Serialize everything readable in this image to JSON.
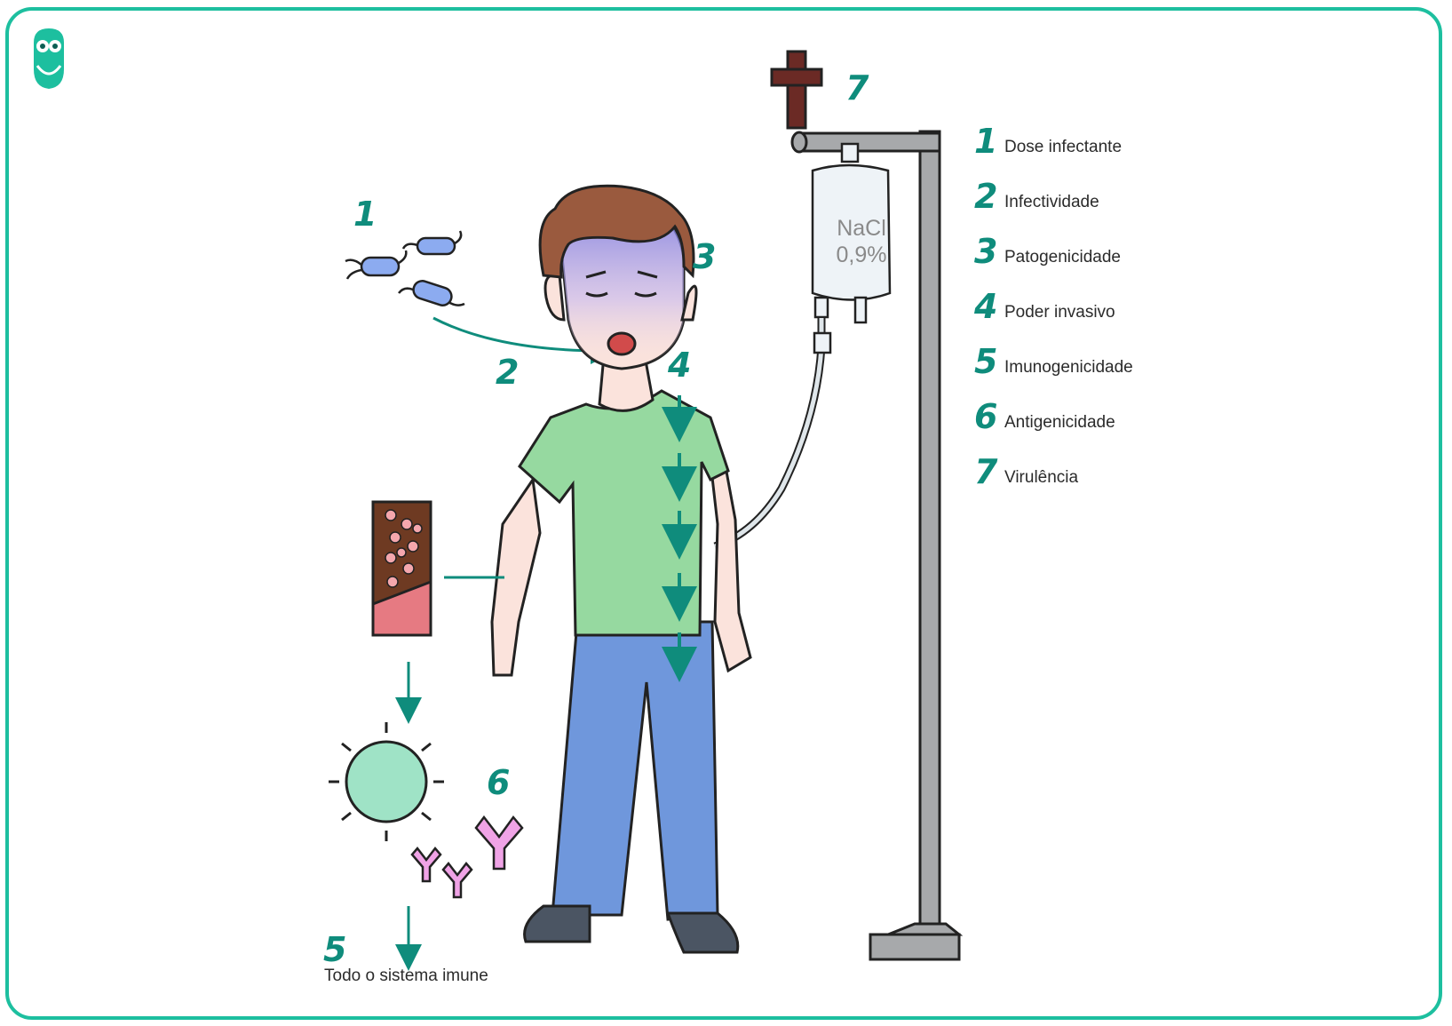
{
  "diagram": {
    "legend": [
      {
        "number": "1",
        "label": "Dose infectante"
      },
      {
        "number": "2",
        "label": "Infectividade"
      },
      {
        "number": "3",
        "label": "Patogenicidade"
      },
      {
        "number": "4",
        "label": "Poder invasivo"
      },
      {
        "number": "5",
        "label": "Imunogenicidade"
      },
      {
        "number": "6",
        "label": "Antigenicidade"
      },
      {
        "number": "7",
        "label": "Virulência"
      }
    ],
    "markers": {
      "bacteria": "1",
      "entry": "2",
      "face": "3",
      "invasion": "4",
      "immune": "5",
      "antibodies": "6",
      "death": "7"
    },
    "iv_bag": {
      "line1": "NaCl",
      "line2": "0,9%"
    },
    "immune_caption": "Todo o sistema imune"
  },
  "colors": {
    "accent": "#1dbf9f",
    "number": "#0f8c7c",
    "shirt": "#96d9a0",
    "jeans": "#6f97dc",
    "skin": "#fbe3dc",
    "hair": "#9a5a3e",
    "cross": "#6b2a25",
    "antibody": "#f0a3e6",
    "immune_cell": "#9fe3c6",
    "bacteria": "#8cabf0"
  },
  "icons": [
    "owl-logo-icon",
    "bacteria-icon",
    "cross-icon",
    "iv-bag-icon",
    "blood-vessel-icon",
    "immune-cell-icon",
    "antibody-icon"
  ]
}
